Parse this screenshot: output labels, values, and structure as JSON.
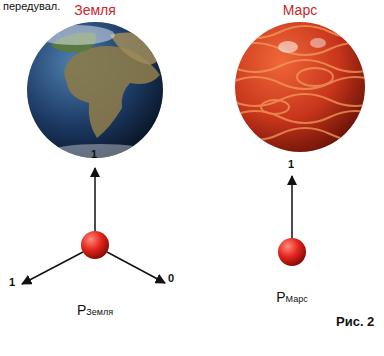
{
  "diagram": {
    "nodes": [
      {
        "text": [
          "Земля"
        ]
      },
      {
        "text": [
          "Марс"
        ]
      },
      {
        "text": [
          "P",
          "Земля"
        ]
      },
      {
        "text": [
          "P",
          "Марс"
        ]
      }
    ],
    "labels": [
      "передувал.",
      "1",
      "1",
      "0",
      "1",
      "Рис. 2"
    ]
  }
}
